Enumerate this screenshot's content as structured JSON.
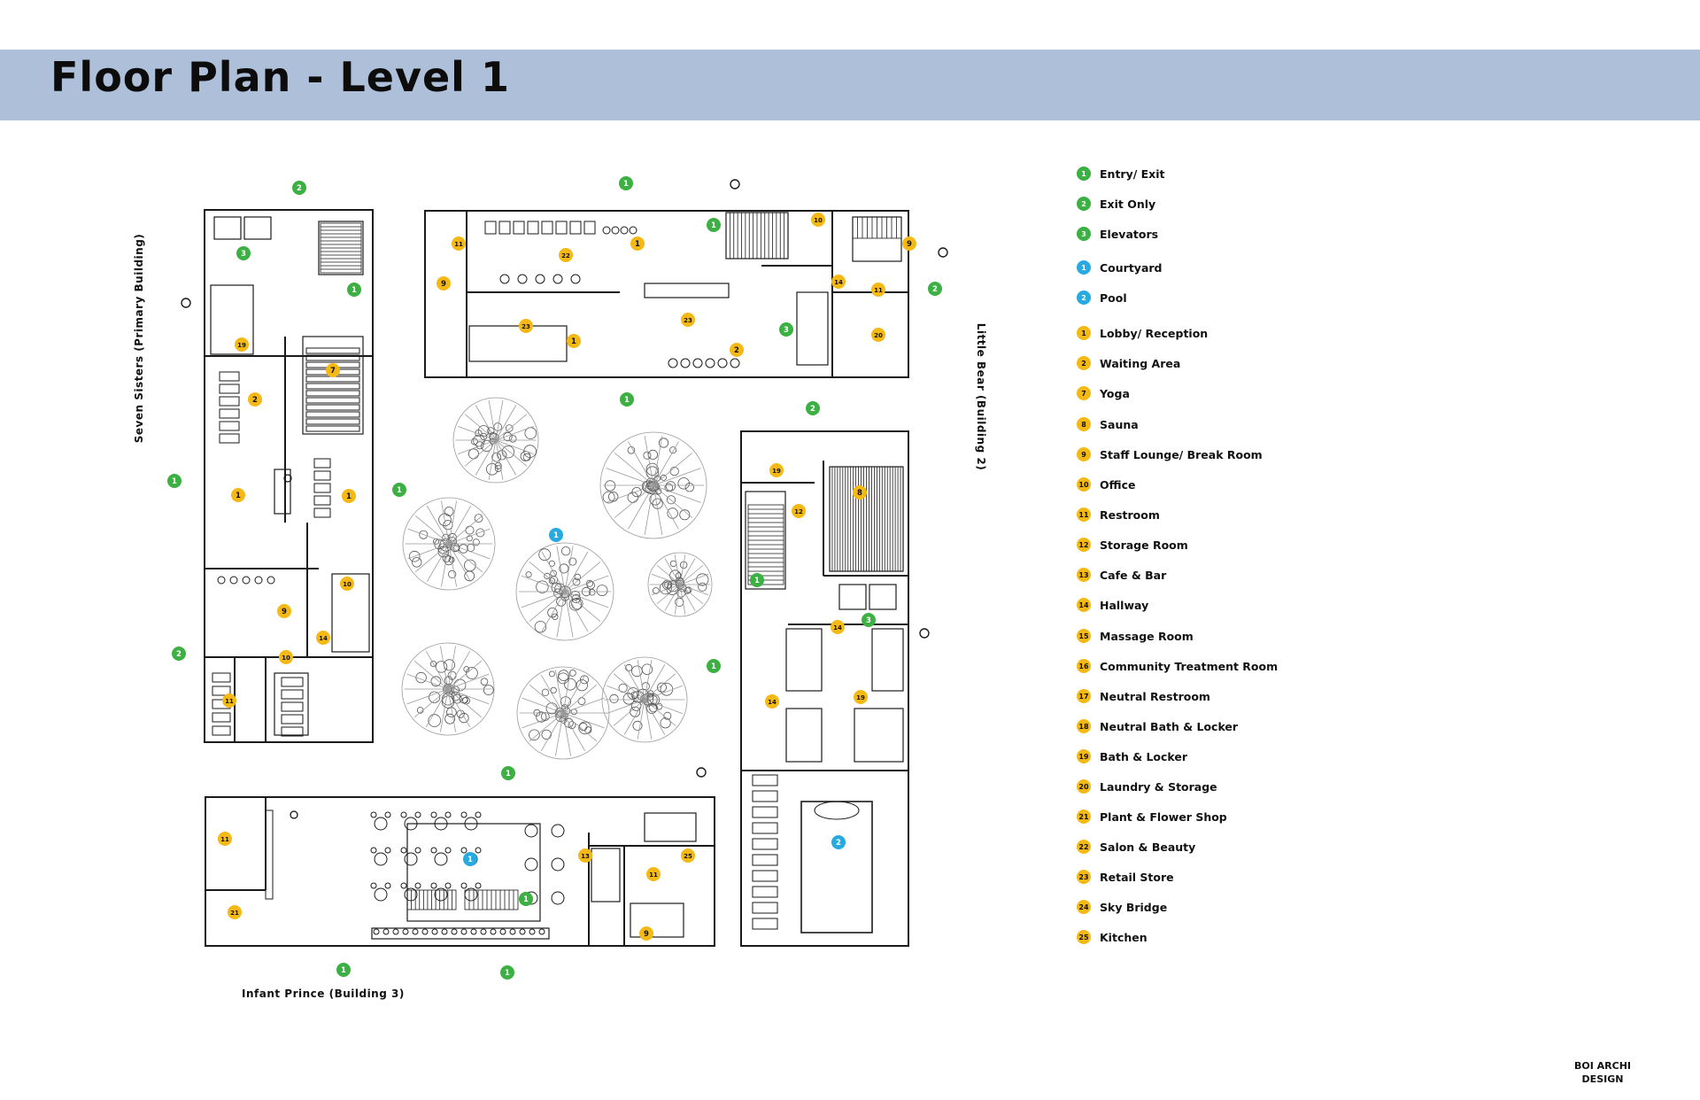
{
  "title": "Floor Plan - Level 1",
  "colors": {
    "header_band": "#aec0d9",
    "green": "#3cb043",
    "yellow": "#f5b915",
    "blue": "#27aae1",
    "wall": "#1a1a1a",
    "tree": "#9a9a9a"
  },
  "buildings": [
    {
      "id": "seven",
      "label": "Seven Sisters (Primary Building)"
    },
    {
      "id": "little",
      "label": "Little Bear (Building 2)"
    },
    {
      "id": "infant",
      "label": "Infant Prince (Building 3)"
    }
  ],
  "legend": [
    {
      "num": "1",
      "label": "Entry/ Exit",
      "color": "green"
    },
    {
      "num": "2",
      "label": "Exit Only",
      "color": "green"
    },
    {
      "num": "3",
      "label": "Elevators",
      "color": "green"
    },
    {
      "num": "1",
      "label": "Courtyard",
      "color": "blue"
    },
    {
      "num": "2",
      "label": "Pool",
      "color": "blue"
    },
    {
      "num": "1",
      "label": "Lobby/ Reception",
      "color": "yellow"
    },
    {
      "num": "2",
      "label": "Waiting Area",
      "color": "yellow"
    },
    {
      "num": "7",
      "label": "Yoga",
      "color": "yellow"
    },
    {
      "num": "8",
      "label": "Sauna",
      "color": "yellow"
    },
    {
      "num": "9",
      "label": "Staff Lounge/ Break Room",
      "color": "yellow"
    },
    {
      "num": "10",
      "label": "Office",
      "color": "yellow"
    },
    {
      "num": "11",
      "label": "Restroom",
      "color": "yellow"
    },
    {
      "num": "12",
      "label": "Storage Room",
      "color": "yellow"
    },
    {
      "num": "13",
      "label": "Cafe & Bar",
      "color": "yellow"
    },
    {
      "num": "14",
      "label": "Hallway",
      "color": "yellow"
    },
    {
      "num": "15",
      "label": "Massage Room",
      "color": "yellow"
    },
    {
      "num": "16",
      "label": "Community Treatment Room",
      "color": "yellow"
    },
    {
      "num": "17",
      "label": "Neutral Restroom",
      "color": "yellow"
    },
    {
      "num": "18",
      "label": "Neutral Bath & Locker",
      "color": "yellow"
    },
    {
      "num": "19",
      "label": "Bath & Locker",
      "color": "yellow"
    },
    {
      "num": "20",
      "label": "Laundry & Storage",
      "color": "yellow"
    },
    {
      "num": "21",
      "label": "Plant & Flower Shop",
      "color": "yellow"
    },
    {
      "num": "22",
      "label": "Salon & Beauty",
      "color": "yellow"
    },
    {
      "num": "23",
      "label": "Retail Store",
      "color": "yellow"
    },
    {
      "num": "24",
      "label": "Sky Bridge",
      "color": "yellow"
    },
    {
      "num": "25",
      "label": "Kitchen",
      "color": "yellow"
    }
  ],
  "markers": [
    {
      "num": "2",
      "color": "green"
    },
    {
      "num": "3",
      "color": "green"
    },
    {
      "num": "1",
      "color": "green"
    },
    {
      "num": "19",
      "color": "yellow"
    },
    {
      "num": "2",
      "color": "yellow"
    },
    {
      "num": "7",
      "color": "yellow"
    },
    {
      "num": "1",
      "color": "green"
    },
    {
      "num": "1",
      "color": "yellow"
    },
    {
      "num": "1",
      "color": "yellow"
    },
    {
      "num": "1",
      "color": "green"
    },
    {
      "num": "10",
      "color": "yellow"
    },
    {
      "num": "9",
      "color": "yellow"
    },
    {
      "num": "14",
      "color": "yellow"
    },
    {
      "num": "2",
      "color": "green"
    },
    {
      "num": "10",
      "color": "yellow"
    },
    {
      "num": "11",
      "color": "yellow"
    },
    {
      "num": "1",
      "color": "green"
    },
    {
      "num": "11",
      "color": "yellow"
    },
    {
      "num": "22",
      "color": "yellow"
    },
    {
      "num": "1",
      "color": "yellow"
    },
    {
      "num": "1",
      "color": "green"
    },
    {
      "num": "10",
      "color": "yellow"
    },
    {
      "num": "9",
      "color": "yellow"
    },
    {
      "num": "9",
      "color": "yellow"
    },
    {
      "num": "23",
      "color": "yellow"
    },
    {
      "num": "1",
      "color": "yellow"
    },
    {
      "num": "23",
      "color": "yellow"
    },
    {
      "num": "2",
      "color": "yellow"
    },
    {
      "num": "14",
      "color": "yellow"
    },
    {
      "num": "11",
      "color": "yellow"
    },
    {
      "num": "3",
      "color": "green"
    },
    {
      "num": "20",
      "color": "yellow"
    },
    {
      "num": "2",
      "color": "green"
    },
    {
      "num": "1",
      "color": "green"
    },
    {
      "num": "1",
      "color": "blue"
    },
    {
      "num": "2",
      "color": "green"
    },
    {
      "num": "19",
      "color": "yellow"
    },
    {
      "num": "12",
      "color": "yellow"
    },
    {
      "num": "8",
      "color": "yellow"
    },
    {
      "num": "1",
      "color": "green"
    },
    {
      "num": "3",
      "color": "green"
    },
    {
      "num": "14",
      "color": "yellow"
    },
    {
      "num": "1",
      "color": "green"
    },
    {
      "num": "14",
      "color": "yellow"
    },
    {
      "num": "19",
      "color": "yellow"
    },
    {
      "num": "2",
      "color": "blue"
    },
    {
      "num": "1",
      "color": "green"
    },
    {
      "num": "11",
      "color": "yellow"
    },
    {
      "num": "1",
      "color": "blue"
    },
    {
      "num": "13",
      "color": "yellow"
    },
    {
      "num": "25",
      "color": "yellow"
    },
    {
      "num": "11",
      "color": "yellow"
    },
    {
      "num": "1",
      "color": "green"
    },
    {
      "num": "21",
      "color": "yellow"
    },
    {
      "num": "9",
      "color": "yellow"
    },
    {
      "num": "1",
      "color": "green"
    },
    {
      "num": "1",
      "color": "green"
    }
  ],
  "credit_line1": "BOI ARCHI",
  "credit_line2": "DESIGN"
}
